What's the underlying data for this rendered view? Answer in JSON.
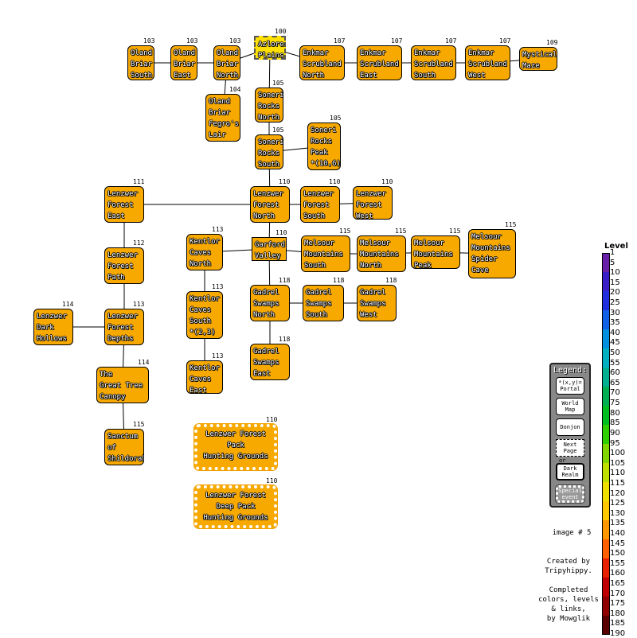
{
  "nodes": [
    {
      "id": "oland-south",
      "text": "Oland\nBriar\nSouth",
      "level": "103"
    },
    {
      "id": "oland-east",
      "text": "Oland\nBriar\nEast",
      "level": "103"
    },
    {
      "id": "oland-north",
      "text": "Oland\nBriar\nNorth",
      "level": "103"
    },
    {
      "id": "azlore",
      "text": "Azlore\nPlains",
      "level": "100"
    },
    {
      "id": "enkmar-north",
      "text": "Enkmar\nScrubland\nNorth",
      "level": "107"
    },
    {
      "id": "enkmar-east",
      "text": "Enkmar\nScrubland\nEast",
      "level": "107"
    },
    {
      "id": "enkmar-south",
      "text": "Enkmar\nScrubland\nSouth",
      "level": "107"
    },
    {
      "id": "enkmar-west",
      "text": "Enkmar\nScrubland\nWest",
      "level": "107"
    },
    {
      "id": "mystical-maze",
      "text": "Mystical\nMaze",
      "level": "109"
    },
    {
      "id": "oland-fegro",
      "text": "Oland\nBriar\nFegro's\nLair",
      "level": "104"
    },
    {
      "id": "soneri-north",
      "text": "Soneri\nRocks\nNorth",
      "level": "105"
    },
    {
      "id": "soneri-south",
      "text": "Soneri\nRocks\nSouth",
      "level": "105"
    },
    {
      "id": "soneri-peak",
      "text": "Soneri\nRocks\nPeak\n*(10,6)",
      "level": "105"
    },
    {
      "id": "lenzwer-east",
      "text": "Lenzwer\nForest\nEast",
      "level": "111"
    },
    {
      "id": "lenzwer-north",
      "text": "Lenzwer\nForest\nNorth",
      "level": "110"
    },
    {
      "id": "lenzwer-south",
      "text": "Lenzwer\nForest\nSouth",
      "level": "110"
    },
    {
      "id": "lenzwer-west",
      "text": "Lenzwer\nForest\nWest",
      "level": "110"
    },
    {
      "id": "lenzwer-path",
      "text": "Lenzwer\nForest\nPath",
      "level": "112"
    },
    {
      "id": "kentlor-north",
      "text": "Kentlor\nCaves\nNorth",
      "level": "113"
    },
    {
      "id": "garford",
      "text": "Garford\nValley",
      "level": "110"
    },
    {
      "id": "melsour-south",
      "text": "Melsour\nMountains\nSouth",
      "level": "115"
    },
    {
      "id": "melsour-north",
      "text": "Melsour\nMountains\nNorth",
      "level": "115"
    },
    {
      "id": "melsour-peak",
      "text": "Melsour\nMountains\nPeak",
      "level": "115"
    },
    {
      "id": "melsour-spider",
      "text": "Melsour\nMountains\nSpider\nCave",
      "level": "115"
    },
    {
      "id": "lenzwer-dark",
      "text": "Lenzwer\nDark\nHollows",
      "level": "114"
    },
    {
      "id": "lenzwer-depths",
      "text": "Lenzwer\nForest\nDepths",
      "level": "113"
    },
    {
      "id": "kentlor-south",
      "text": "Kentlor\nCaves\nSouth\n*(2,3)",
      "level": "113"
    },
    {
      "id": "gadrel-north",
      "text": "Gadrel\nSwamps\nNorth",
      "level": "118"
    },
    {
      "id": "gadrel-south",
      "text": "Gadrel\nSwamps\nSouth",
      "level": "118"
    },
    {
      "id": "gadrel-west",
      "text": "Gadrel\nSwamps\nWest",
      "level": "118"
    },
    {
      "id": "gadrel-east",
      "text": "Gadrel\nSwamps\nEast",
      "level": "118"
    },
    {
      "id": "great-tree",
      "text": "The\nGreat Tree\nCanopy",
      "level": "114"
    },
    {
      "id": "kentlor-east",
      "text": "Kentlor\nCaves\nEast",
      "level": "113"
    },
    {
      "id": "sanctum",
      "text": "Sanctum\nof\nShildorah",
      "level": "115"
    },
    {
      "id": "pack-hunting",
      "text": "Lenzwer Forest\nPack\nHunting Grounds",
      "level": "110"
    },
    {
      "id": "deep-pack",
      "text": "Lenzwer Forest\nDeep Pack\nHunting Grounds",
      "level": "110"
    }
  ],
  "links": [
    [
      "oland-south",
      "oland-east"
    ],
    [
      "oland-east",
      "oland-north"
    ],
    [
      "oland-north",
      "azlore"
    ],
    [
      "azlore",
      "enkmar-north"
    ],
    [
      "enkmar-north",
      "enkmar-east"
    ],
    [
      "enkmar-east",
      "enkmar-south"
    ],
    [
      "enkmar-south",
      "enkmar-west"
    ],
    [
      "enkmar-west",
      "mystical-maze"
    ],
    [
      "oland-north",
      "oland-fegro"
    ],
    [
      "azlore",
      "soneri-north"
    ],
    [
      "soneri-north",
      "soneri-south"
    ],
    [
      "soneri-south",
      "soneri-peak"
    ],
    [
      "soneri-south",
      "lenzwer-north"
    ],
    [
      "lenzwer-east",
      "lenzwer-north"
    ],
    [
      "lenzwer-north",
      "lenzwer-south"
    ],
    [
      "lenzwer-south",
      "lenzwer-west"
    ],
    [
      "lenzwer-north",
      "garford"
    ],
    [
      "lenzwer-east",
      "lenzwer-path"
    ],
    [
      "lenzwer-path",
      "lenzwer-depths"
    ],
    [
      "lenzwer-dark",
      "lenzwer-depths"
    ],
    [
      "lenzwer-depths",
      "great-tree"
    ],
    [
      "great-tree",
      "sanctum"
    ],
    [
      "kentlor-north",
      "garford"
    ],
    [
      "kentlor-north",
      "kentlor-south"
    ],
    [
      "kentlor-south",
      "kentlor-east"
    ],
    [
      "garford",
      "melsour-south"
    ],
    [
      "melsour-south",
      "melsour-north"
    ],
    [
      "melsour-north",
      "melsour-peak"
    ],
    [
      "melsour-peak",
      "melsour-spider"
    ],
    [
      "garford",
      "gadrel-north"
    ],
    [
      "gadrel-north",
      "gadrel-south"
    ],
    [
      "gadrel-south",
      "gadrel-west"
    ],
    [
      "gadrel-north",
      "gadrel-east"
    ]
  ],
  "legend": {
    "title": "Legend:",
    "items": [
      "*(x,y)=\nPortal",
      "World\nMap",
      "Donjon",
      "Next\nPage",
      "Dark\nRealm",
      "Special\nevent"
    ],
    "or_text": "or"
  },
  "credits": {
    "image_no": "image # 5",
    "created": "Created by\nTripyhippy.",
    "completed": "Completed\ncolors, levels\n& links,\nby Mowglik"
  },
  "scale": {
    "title": "Level",
    "labels": [
      "1",
      "5",
      "10",
      "15",
      "20",
      "25",
      "30",
      "35",
      "40",
      "45",
      "50",
      "55",
      "60",
      "65",
      "70",
      "75",
      "80",
      "85",
      "90",
      "95",
      "100",
      "105",
      "110",
      "115",
      "120",
      "125",
      "130",
      "135",
      "140",
      "145",
      "150",
      "155",
      "160",
      "165",
      "170",
      "175",
      "180",
      "185",
      "190"
    ],
    "colors": [
      "#6a1fa8",
      "#3a1fc8",
      "#2030e0",
      "#1060e8",
      "#0090e0",
      "#00b0c0",
      "#00b090",
      "#00b050",
      "#00c020",
      "#30d000",
      "#80d800",
      "#c0e000",
      "#f0e000",
      "#ffc800",
      "#ff9800",
      "#ff6000",
      "#e82000",
      "#c00000",
      "#900000",
      "#5a0000"
    ]
  }
}
